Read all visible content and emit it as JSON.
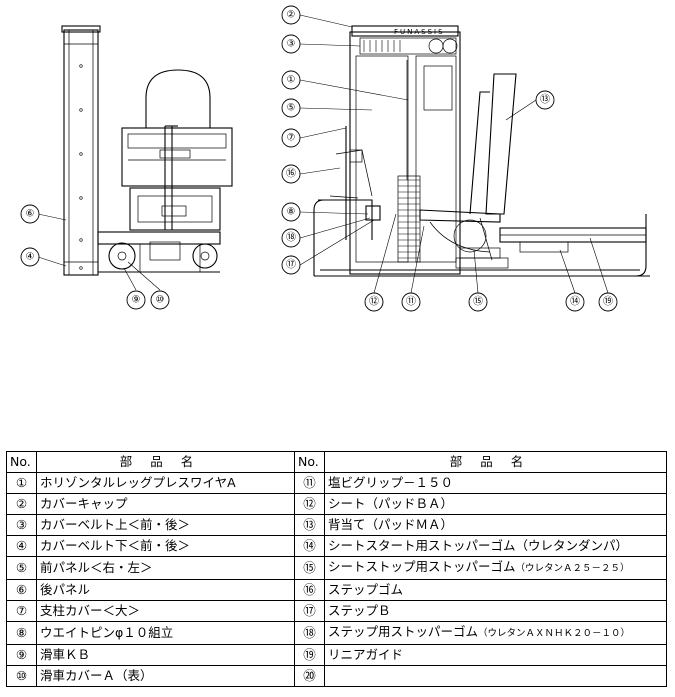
{
  "drawing": {
    "brand_text": "FUNASSIS",
    "callouts_side": [
      "⑥",
      "④",
      "⑨",
      "⑩"
    ],
    "callouts_main": [
      "②",
      "③",
      "①",
      "⑤",
      "⑦",
      "⑯",
      "⑧",
      "⑱",
      "⑰",
      "⑫",
      "⑪",
      "⑮",
      "⑭",
      "⑲",
      "⑬"
    ]
  },
  "table": {
    "headers": {
      "no": "No.",
      "name": "部品名"
    },
    "rows": [
      [
        {
          "no": "①",
          "name": "ホリゾンタルレッグプレスワイヤA"
        },
        {
          "no": "⑪",
          "name": "塩ビグリップ－１５０"
        }
      ],
      [
        {
          "no": "②",
          "name": "カバーキャップ"
        },
        {
          "no": "⑫",
          "name": "シート（パッドＢＡ）"
        }
      ],
      [
        {
          "no": "③",
          "name": "カバーベルト上＜前・後＞"
        },
        {
          "no": "⑬",
          "name": "背当て（パッドＭＡ）"
        }
      ],
      [
        {
          "no": "④",
          "name": "カバーベルト下＜前・後＞"
        },
        {
          "no": "⑭",
          "name": "シートスタート用ストッパーゴム（ウレタンダンパ）"
        }
      ],
      [
        {
          "no": "⑤",
          "name": "前パネル＜右・左＞"
        },
        {
          "no": "⑮",
          "name": "シートストップ用ストッパーゴム",
          "note": "（ウレタンＡ２５－２５）"
        }
      ],
      [
        {
          "no": "⑥",
          "name": "後パネル"
        },
        {
          "no": "⑯",
          "name": "ステップゴム"
        }
      ],
      [
        {
          "no": "⑦",
          "name": "支柱カバー＜大＞"
        },
        {
          "no": "⑰",
          "name": "ステップＢ"
        }
      ],
      [
        {
          "no": "⑧",
          "name": "ウエイトピンφ１０組立"
        },
        {
          "no": "⑱",
          "name": "ステップ用ストッパーゴム",
          "note": "（ウレタンＡＸＮＨＫ２０－１０）"
        }
      ],
      [
        {
          "no": "⑨",
          "name": "滑車ＫＢ"
        },
        {
          "no": "⑲",
          "name": "リニアガイド"
        }
      ],
      [
        {
          "no": "⑩",
          "name": "滑車カバーＡ（表）"
        },
        {
          "no": "⑳",
          "name": ""
        }
      ]
    ]
  }
}
